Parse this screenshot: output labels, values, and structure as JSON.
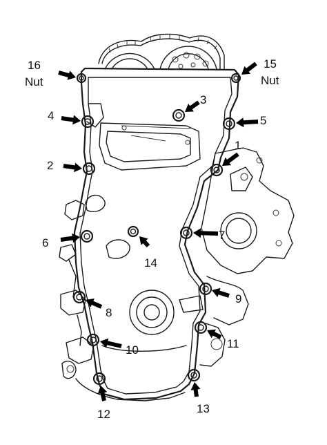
{
  "colors": {
    "ink": "#111111",
    "background": "#ffffff",
    "arrow": "#000000"
  },
  "callouts": [
    {
      "id": "1",
      "number": "1",
      "sub": ""
    },
    {
      "id": "2",
      "number": "2",
      "sub": ""
    },
    {
      "id": "3",
      "number": "3",
      "sub": ""
    },
    {
      "id": "4",
      "number": "4",
      "sub": ""
    },
    {
      "id": "5",
      "number": "5",
      "sub": ""
    },
    {
      "id": "6",
      "number": "6",
      "sub": ""
    },
    {
      "id": "7",
      "number": "7",
      "sub": ""
    },
    {
      "id": "8",
      "number": "8",
      "sub": ""
    },
    {
      "id": "9",
      "number": "9",
      "sub": ""
    },
    {
      "id": "10",
      "number": "10",
      "sub": ""
    },
    {
      "id": "11",
      "number": "11",
      "sub": ""
    },
    {
      "id": "12",
      "number": "12",
      "sub": ""
    },
    {
      "id": "13",
      "number": "13",
      "sub": ""
    },
    {
      "id": "14",
      "number": "14",
      "sub": ""
    },
    {
      "id": "15",
      "number": "15",
      "sub": "Nut"
    },
    {
      "id": "16",
      "number": "16",
      "sub": "Nut"
    }
  ]
}
